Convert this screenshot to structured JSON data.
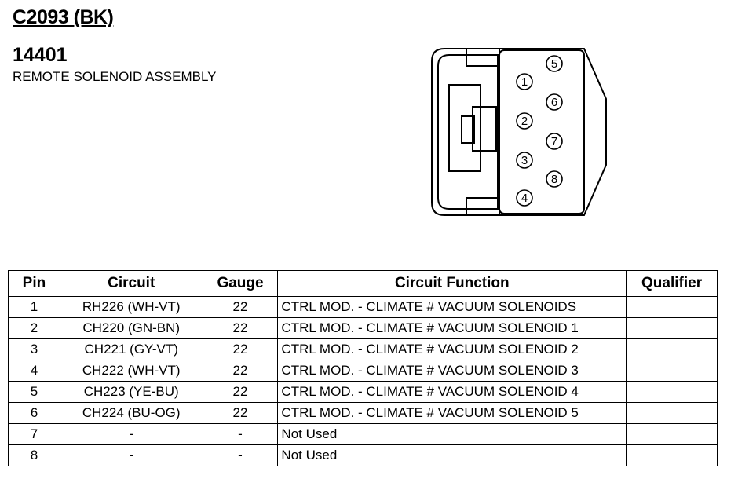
{
  "connector": {
    "id": "C2093 (BK)",
    "part_number": "14401",
    "part_name": "REMOTE SOLENOID ASSEMBLY",
    "pin_labels": [
      "1",
      "2",
      "3",
      "4",
      "5",
      "6",
      "7",
      "8"
    ]
  },
  "table": {
    "headers": [
      "Pin",
      "Circuit",
      "Gauge",
      "Circuit Function",
      "Qualifier"
    ],
    "rows": [
      {
        "pin": "1",
        "circuit": "RH226 (WH-VT)",
        "gauge": "22",
        "function": "CTRL MOD. - CLIMATE # VACUUM SOLENOIDS",
        "qualifier": ""
      },
      {
        "pin": "2",
        "circuit": "CH220 (GN-BN)",
        "gauge": "22",
        "function": "CTRL MOD. - CLIMATE # VACUUM SOLENOID 1",
        "qualifier": ""
      },
      {
        "pin": "3",
        "circuit": "CH221 (GY-VT)",
        "gauge": "22",
        "function": "CTRL MOD. - CLIMATE # VACUUM SOLENOID 2",
        "qualifier": ""
      },
      {
        "pin": "4",
        "circuit": "CH222 (WH-VT)",
        "gauge": "22",
        "function": "CTRL MOD. - CLIMATE # VACUUM SOLENOID 3",
        "qualifier": ""
      },
      {
        "pin": "5",
        "circuit": "CH223 (YE-BU)",
        "gauge": "22",
        "function": "CTRL MOD. - CLIMATE # VACUUM SOLENOID 4",
        "qualifier": ""
      },
      {
        "pin": "6",
        "circuit": "CH224 (BU-OG)",
        "gauge": "22",
        "function": "CTRL MOD. - CLIMATE # VACUUM SOLENOID 5",
        "qualifier": ""
      },
      {
        "pin": "7",
        "circuit": "-",
        "gauge": "-",
        "function": "Not Used",
        "qualifier": ""
      },
      {
        "pin": "8",
        "circuit": "-",
        "gauge": "-",
        "function": "Not Used",
        "qualifier": ""
      }
    ]
  }
}
